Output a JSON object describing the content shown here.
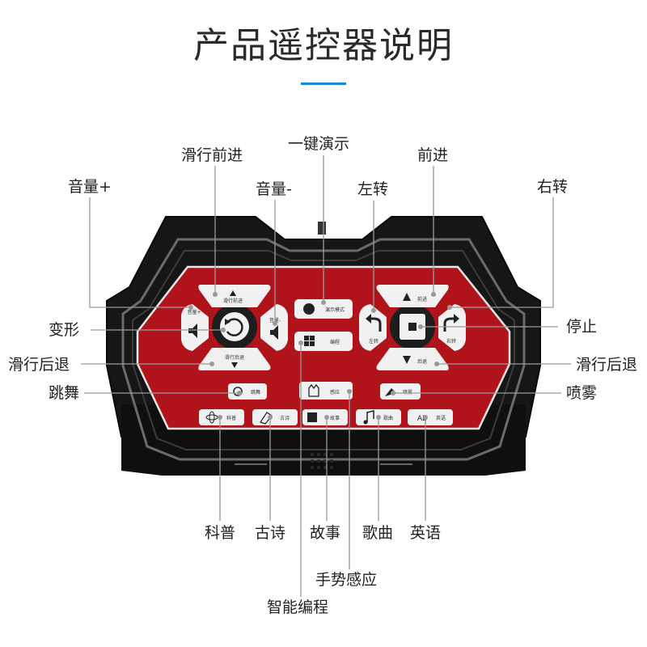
{
  "title": "产品遥控器说明",
  "colors": {
    "accent": "#1e88d8",
    "panel_red": "#b0141a",
    "body_black": "#151515",
    "button_white": "#f1f1f1"
  },
  "labels": {
    "volume_up": "音量+",
    "slide_forward": "滑行前进",
    "volume_down": "音量-",
    "one_key_demo": "一键演示",
    "turn_left": "左转",
    "forward": "前进",
    "turn_right": "右转",
    "transform": "变形",
    "stop": "停止",
    "slide_back_left": "滑行后退",
    "slide_back_right": "滑行后退",
    "dance": "跳舞",
    "spray": "喷雾",
    "science": "科普",
    "poetry": "古诗",
    "story": "故事",
    "song": "歌曲",
    "english": "英语",
    "gesture": "手势感应",
    "smart_program": "智能编程"
  },
  "buttons": {
    "slide_forward": "滑行前进",
    "volume_up": "音量+",
    "volume_down": "音量-",
    "slide_back": "滑行后退",
    "demo_mode": "演示模式",
    "program": "编程",
    "forward": "前进",
    "turn_left": "左转",
    "turn_right": "右转",
    "back": "后退",
    "dance": "跳舞",
    "gesture": "感应",
    "spray": "喷雾",
    "science": "科普",
    "poetry": "古诗",
    "story": "故事",
    "song": "歌曲",
    "english": "英语",
    "english_prefix": "AB"
  },
  "icons": [
    "volume-icon",
    "rotate-icon",
    "arrow-up-icon",
    "arrow-down-icon",
    "turn-left-arrow-icon",
    "turn-right-arrow-icon",
    "stop-square-icon",
    "film-reel-icon",
    "windows-logo-icon",
    "hand-icon",
    "dancer-icon",
    "atom-icon",
    "poetry-icon",
    "book-icon",
    "music-note-icon"
  ]
}
